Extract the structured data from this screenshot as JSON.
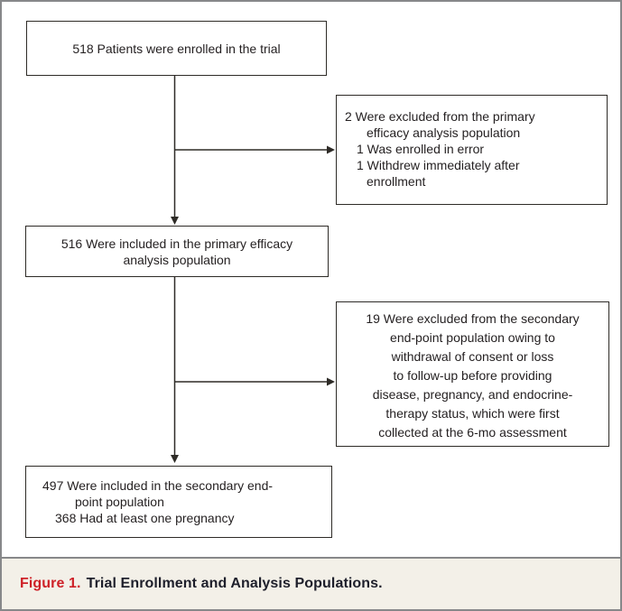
{
  "figure": {
    "caption": {
      "label": "Figure 1.",
      "title": "Trial Enrollment and Analysis Populations."
    },
    "colors": {
      "accent_red": "#ce2128",
      "caption_text": "#1e1f2b",
      "band_background": "#f3f0e8",
      "box_border": "#2e2b27",
      "frame_border": "#87888a"
    }
  },
  "flowchart": {
    "boxes": {
      "enrolled": {
        "lines": [
          "518 Patients were enrolled in the trial"
        ]
      },
      "excluded_primary": {
        "lines": [
          "2 Were excluded from the primary",
          "efficacy analysis population",
          "1 Was enrolled in error",
          "1 Withdrew immediately after",
          "enrollment"
        ]
      },
      "primary_population": {
        "lines": [
          "516 Were included in the primary efficacy",
          "analysis population"
        ]
      },
      "excluded_secondary": {
        "lines": [
          "19 Were excluded from the secondary",
          "end-point population owing to",
          "withdrawal of consent or loss",
          "to follow-up before providing",
          "disease, pregnancy, and endocrine-",
          "therapy status, which were first",
          "collected at the 6-mo assessment"
        ]
      },
      "secondary_population": {
        "lines": [
          "497 Were included in the secondary end-",
          "point population",
          "368 Had at least one pregnancy"
        ]
      }
    }
  }
}
